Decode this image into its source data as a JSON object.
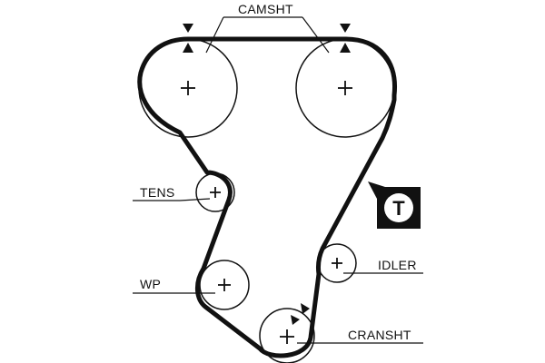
{
  "diagram": {
    "labels": {
      "camshaft": "CAMSHT",
      "tensioner": "TENS",
      "water_pump": "WP",
      "idler": "IDLER",
      "crankshaft": "CRANSHT"
    },
    "badge_letter": "T",
    "colors": {
      "line": "#111111",
      "background": "#ffffff"
    },
    "icons": {
      "timing_mark": "triangle-marker-icon",
      "pulley_center": "crosshair-icon",
      "belt_tensioner_badge": "t-badge-icon"
    }
  }
}
